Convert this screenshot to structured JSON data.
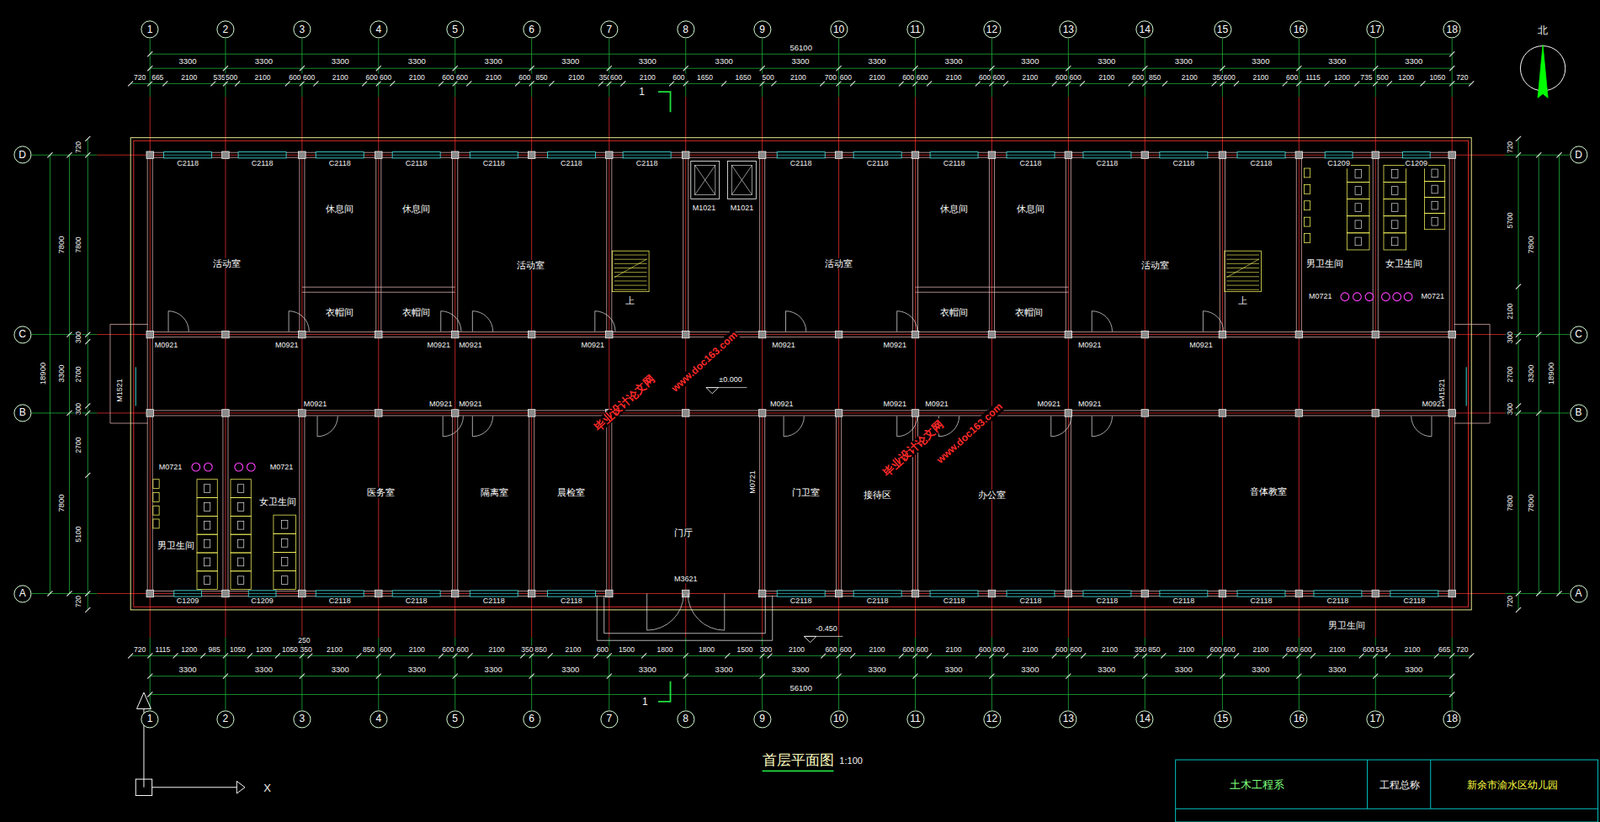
{
  "diagram": {
    "title": "首层平面图",
    "nodes": [
      {
        "text": [
          "1"
        ]
      },
      {
        "text": [
          "2"
        ]
      },
      {
        "text": [
          "3"
        ]
      },
      {
        "text": [
          "4"
        ]
      },
      {
        "text": [
          "5"
        ]
      },
      {
        "text": [
          "6"
        ]
      },
      {
        "text": [
          "7"
        ]
      },
      {
        "text": [
          "8"
        ]
      },
      {
        "text": [
          "9"
        ]
      },
      {
        "text": [
          "10"
        ]
      },
      {
        "text": [
          "11"
        ]
      },
      {
        "text": [
          "12"
        ]
      },
      {
        "text": [
          "13"
        ]
      },
      {
        "text": [
          "14"
        ]
      },
      {
        "text": [
          "15"
        ]
      },
      {
        "text": [
          "16"
        ]
      },
      {
        "text": [
          "17"
        ]
      },
      {
        "text": [
          "18"
        ]
      },
      {
        "text": [
          "D"
        ]
      },
      {
        "text": [
          "C"
        ]
      },
      {
        "text": [
          "B"
        ]
      },
      {
        "text": [
          "A"
        ]
      },
      {
        "text": [
          "D"
        ]
      },
      {
        "text": [
          "C"
        ]
      },
      {
        "text": [
          "B"
        ]
      },
      {
        "text": [
          "A"
        ]
      },
      {
        "text": [
          "活动室"
        ]
      },
      {
        "text": [
          "休息间"
        ]
      },
      {
        "text": [
          "休息间"
        ]
      },
      {
        "text": [
          "衣帽间"
        ]
      },
      {
        "text": [
          "衣帽间"
        ]
      },
      {
        "text": [
          "活动室"
        ]
      },
      {
        "text": [
          "活动室"
        ]
      },
      {
        "text": [
          "休息间"
        ]
      },
      {
        "text": [
          "休息间"
        ]
      },
      {
        "text": [
          "衣帽间"
        ]
      },
      {
        "text": [
          "衣帽间"
        ]
      },
      {
        "text": [
          "活动室"
        ]
      },
      {
        "text": [
          "男卫生间"
        ]
      },
      {
        "text": [
          "女卫生间"
        ]
      },
      {
        "text": [
          "男卫生间"
        ]
      },
      {
        "text": [
          "女卫生间"
        ]
      },
      {
        "text": [
          "医务室"
        ]
      },
      {
        "text": [
          "隔离室"
        ]
      },
      {
        "text": [
          "晨检室"
        ]
      },
      {
        "text": [
          "门厅"
        ]
      },
      {
        "text": [
          "门卫室"
        ]
      },
      {
        "text": [
          "接待区"
        ]
      },
      {
        "text": [
          "办公室"
        ]
      },
      {
        "text": [
          "音体教室"
        ]
      },
      {
        "text": [
          "1"
        ]
      },
      {
        "text": [
          "2"
        ]
      },
      {
        "text": [
          "3"
        ]
      },
      {
        "text": [
          "4"
        ]
      },
      {
        "text": [
          "5"
        ]
      },
      {
        "text": [
          "6"
        ]
      },
      {
        "text": [
          "7"
        ]
      },
      {
        "text": [
          "8"
        ]
      },
      {
        "text": [
          "9"
        ]
      },
      {
        "text": [
          "10"
        ]
      },
      {
        "text": [
          "11"
        ]
      },
      {
        "text": [
          "12"
        ]
      },
      {
        "text": [
          "13"
        ]
      },
      {
        "text": [
          "14"
        ]
      },
      {
        "text": [
          "15"
        ]
      },
      {
        "text": [
          "16"
        ]
      },
      {
        "text": [
          "17"
        ]
      },
      {
        "text": [
          "18"
        ]
      }
    ],
    "labels": [
      "56100",
      "3300",
      "3300",
      "3300",
      "3300",
      "3300",
      "3300",
      "3300",
      "3300",
      "3300",
      "3300",
      "3300",
      "3300",
      "3300",
      "3300",
      "3300",
      "3300",
      "3300",
      "720",
      "665",
      "2100",
      "535",
      "500",
      "2100",
      "600",
      "600",
      "2100",
      "600",
      "600",
      "2100",
      "600",
      "600",
      "2100",
      "600",
      "850",
      "2100",
      "350",
      "600",
      "2100",
      "600",
      "1650",
      "1650",
      "500",
      "2100",
      "700",
      "600",
      "2100",
      "600",
      "600",
      "2100",
      "600",
      "600",
      "2100",
      "600",
      "600",
      "2100",
      "600",
      "850",
      "2100",
      "350",
      "600",
      "2100",
      "600",
      "1115",
      "1200",
      "735",
      "500",
      "1200",
      "1050",
      "720",
      "720",
      "1115",
      "1200",
      "985",
      "1050",
      "1200",
      "1050",
      "350",
      "2100",
      "850",
      "600",
      "2100",
      "600",
      "600",
      "2100",
      "350",
      "850",
      "2100",
      "600",
      "1500",
      "1800",
      "1800",
      "1500",
      "300",
      "2100",
      "600",
      "600",
      "2100",
      "600",
      "600",
      "2100",
      "600",
      "600",
      "2100",
      "600",
      "600",
      "2100",
      "350",
      "850",
      "2100",
      "600",
      "600",
      "2100",
      "600",
      "600",
      "2100",
      "600",
      "534",
      "2100",
      "665",
      "720",
      "250",
      "3300",
      "3300",
      "3300",
      "3300",
      "3300",
      "3300",
      "3300",
      "3300",
      "3300",
      "3300",
      "3300",
      "3300",
      "3300",
      "3300",
      "3300",
      "3300",
      "3300",
      "56100",
      "18900",
      "7800",
      "3300",
      "7800",
      "720",
      "7800",
      "300",
      "2700",
      "300",
      "2700",
      "5100",
      "720",
      "720",
      "5700",
      "2100",
      "300",
      "2700",
      "300",
      "7800",
      "720",
      "7800",
      "3300",
      "7800",
      "18900",
      "C2118",
      "C2118",
      "C2118",
      "C2118",
      "C2118",
      "C2118",
      "C2118",
      "C2118",
      "C2118",
      "C2118",
      "C2118",
      "C2118",
      "C2118",
      "C2118",
      "C1209",
      "C1209",
      "M1021",
      "M1021",
      "M0921",
      "M0921",
      "M0921",
      "M0921",
      "M0921",
      "M0921",
      "M0921",
      "M0921",
      "M0921",
      "M0721",
      "M0721",
      "上",
      "上",
      "±0.000",
      "M1521",
      "M1521",
      "M0921",
      "M0921",
      "M0921",
      "M0921",
      "M0921",
      "M0921",
      "M0921",
      "M0921",
      "M0921",
      "M0721",
      "M0721",
      "M0721",
      "M3621",
      "C1209",
      "C1209",
      "C2118",
      "C2118",
      "C2118",
      "C2118",
      "C2118",
      "C2118",
      "C2118",
      "C2118",
      "C2118",
      "C2118",
      "C2118",
      "C2118",
      "C2118",
      "-0.450",
      "男卫生间",
      "1",
      "1",
      "北",
      "X",
      "1:100",
      "土木工程系",
      "工程总称",
      "新余市渝水区幼儿园",
      "毕业设计论文网",
      "www.doc163.com",
      "毕业设计论文网",
      "www.doc163.com"
    ]
  }
}
